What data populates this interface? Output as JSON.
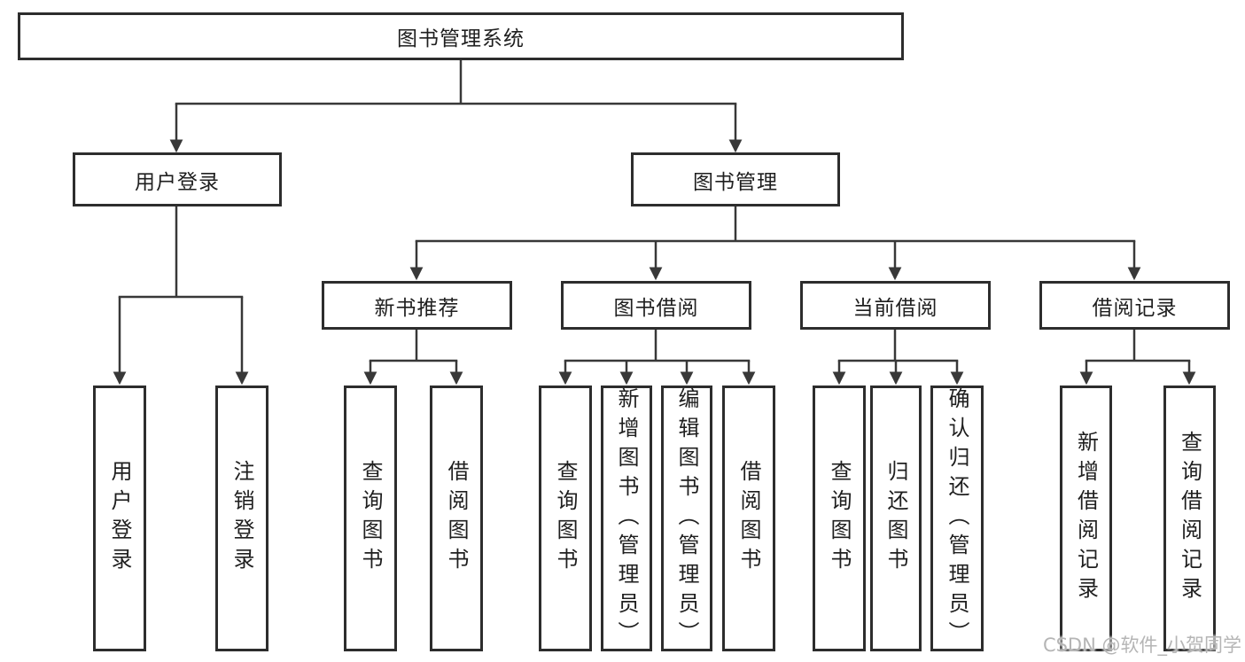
{
  "diagram_title": "图书管理系统",
  "watermark": "CSDN @软件_小贺同学",
  "colors": {
    "line": "#383838",
    "border": "#2d2d2d",
    "text": "#1f1f1f",
    "watermark": "#b5b5b5",
    "background": "#ffffff"
  },
  "nodes": {
    "root": "图书管理系统",
    "user_login": "用户登录",
    "book_mgmt": "图书管理",
    "new_book_rec": "新书推荐",
    "book_borrow": "图书借阅",
    "current_borrow": "当前借阅",
    "borrow_record": "借阅记录",
    "ul_login": "用户登录",
    "ul_logout": "注销登录",
    "nb_query": "查询图书",
    "nb_borrow": "借阅图书",
    "bb_query": "查询图书",
    "bb_add": "新增图书（管理员）",
    "bb_edit": "编辑图书（管理员）",
    "bb_borrow": "借阅图书",
    "cb_query": "查询图书",
    "cb_return": "归还图书",
    "cb_confirm": "确认归还（管理员）",
    "br_add": "新增借阅记录",
    "br_query": "查询借阅记录"
  },
  "hierarchy": {
    "图书管理系统": [
      "用户登录",
      "图书管理"
    ],
    "用户登录": [
      "用户登录",
      "注销登录"
    ],
    "图书管理": [
      "新书推荐",
      "图书借阅",
      "当前借阅",
      "借阅记录"
    ],
    "新书推荐": [
      "查询图书",
      "借阅图书"
    ],
    "图书借阅": [
      "查询图书",
      "新增图书（管理员）",
      "编辑图书（管理员）",
      "借阅图书"
    ],
    "当前借阅": [
      "查询图书",
      "归还图书",
      "确认归还（管理员）"
    ],
    "借阅记录": [
      "新增借阅记录",
      "查询借阅记录"
    ]
  }
}
